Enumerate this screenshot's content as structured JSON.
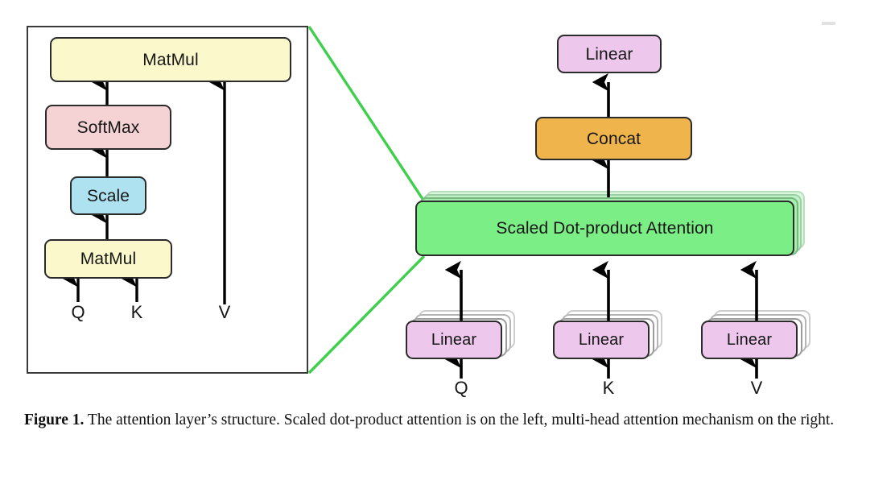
{
  "figure": {
    "caption_lead": "Figure 1.",
    "caption_text": "The attention layer’s structure. Scaled dot-product attention is on the left, multi-head attention mechanism on the right."
  },
  "palette": {
    "matmul_yellow": "#FBF8CB",
    "softmax_pink": "#F5D3D4",
    "scale_blue": "#AEE2F0",
    "linear_violet": "#EDC8EC",
    "concat_orange": "#EFB44C",
    "attention_green": "#7CEE86",
    "node_border": "#2b2b2b",
    "ghost_border": "#9b9b9b",
    "zoom_line_green": "#3ECF4C",
    "arrow_black": "#000000",
    "panel_border": "#3a3a3a"
  },
  "left_panel": {
    "name": "scaled-dot-product-attention-detail",
    "nodes": [
      {
        "id": "matmul-top",
        "label": "MatMul",
        "color": "#FBF8CB"
      },
      {
        "id": "softmax",
        "label": "SoftMax",
        "color": "#F5D3D4"
      },
      {
        "id": "scale",
        "label": "Scale",
        "color": "#AEE2F0"
      },
      {
        "id": "matmul-bottom",
        "label": "MatMul",
        "color": "#FBF8CB"
      }
    ],
    "inputs": [
      {
        "id": "q",
        "label": "Q"
      },
      {
        "id": "k",
        "label": "K"
      },
      {
        "id": "v",
        "label": "V"
      }
    ],
    "edges": [
      {
        "from": "softmax",
        "to": "matmul-top"
      },
      {
        "from": "scale",
        "to": "softmax"
      },
      {
        "from": "matmul-bottom",
        "to": "scale"
      },
      {
        "from": "q",
        "to": "matmul-bottom"
      },
      {
        "from": "k",
        "to": "matmul-bottom"
      },
      {
        "from": "v",
        "to": "matmul-top"
      }
    ]
  },
  "right_panel": {
    "name": "multi-head-attention",
    "nodes": [
      {
        "id": "linear-out",
        "label": "Linear",
        "color": "#EDC8EC",
        "stacked": false
      },
      {
        "id": "concat",
        "label": "Concat",
        "color": "#EFB44C",
        "stacked": false
      },
      {
        "id": "attention",
        "label": "Scaled Dot-product Attention",
        "color": "#7CEE86",
        "stacked": true,
        "stack_count": 3
      },
      {
        "id": "linear-q",
        "label": "Linear",
        "color": "#EDC8EC",
        "stacked": true,
        "stack_count": 3
      },
      {
        "id": "linear-k",
        "label": "Linear",
        "color": "#EDC8EC",
        "stacked": true,
        "stack_count": 3
      },
      {
        "id": "linear-v",
        "label": "Linear",
        "color": "#EDC8EC",
        "stacked": true,
        "stack_count": 3
      }
    ],
    "inputs": [
      {
        "id": "q",
        "label": "Q"
      },
      {
        "id": "k",
        "label": "K"
      },
      {
        "id": "v",
        "label": "V"
      }
    ],
    "edges": [
      {
        "from": "concat",
        "to": "linear-out"
      },
      {
        "from": "attention",
        "to": "concat"
      },
      {
        "from": "linear-q",
        "to": "attention"
      },
      {
        "from": "linear-k",
        "to": "attention"
      },
      {
        "from": "linear-v",
        "to": "attention"
      },
      {
        "from": "q",
        "to": "linear-q"
      },
      {
        "from": "k",
        "to": "linear-k"
      },
      {
        "from": "v",
        "to": "linear-v"
      }
    ]
  },
  "zoom_connector": {
    "name": "exploded-view-connector",
    "color": "#3ECF4C",
    "description": "Two green lines link the detail panel corners to the Scaled Dot-product Attention block."
  }
}
